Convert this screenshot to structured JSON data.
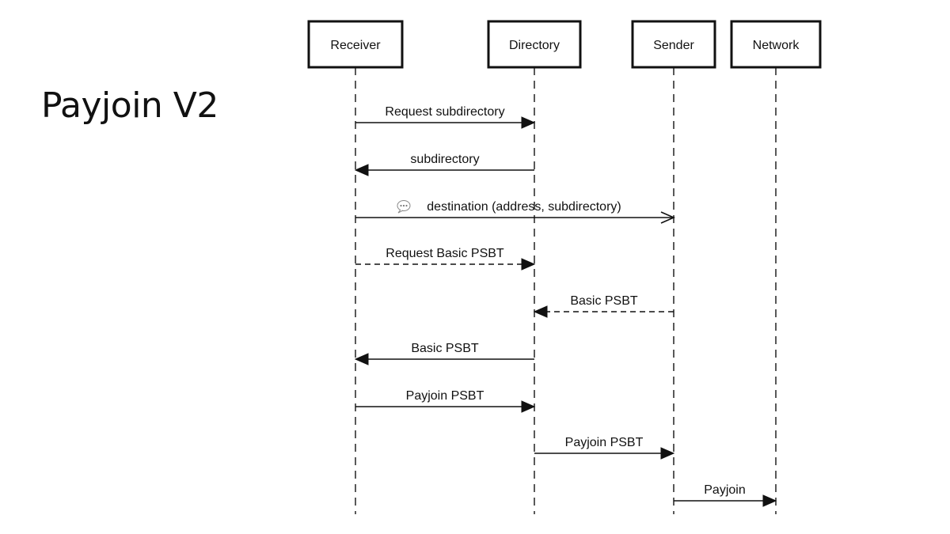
{
  "slide": {
    "title": "Payjoin V2"
  },
  "participants": [
    {
      "id": "receiver",
      "label": "Receiver"
    },
    {
      "id": "directory",
      "label": "Directory"
    },
    {
      "id": "sender",
      "label": "Sender"
    },
    {
      "id": "network",
      "label": "Network"
    }
  ],
  "messages": [
    {
      "from": "receiver",
      "to": "directory",
      "label": "Request subdirectory",
      "style": "solid",
      "arrow": "filled"
    },
    {
      "from": "directory",
      "to": "receiver",
      "label": "subdirectory",
      "style": "solid",
      "arrow": "filled"
    },
    {
      "from": "receiver",
      "to": "sender",
      "label": "destination (address, subdirectory)",
      "style": "solid",
      "arrow": "open",
      "icon": "speech-bubble-icon"
    },
    {
      "from": "receiver",
      "to": "directory",
      "label": "Request Basic PSBT",
      "style": "dashed",
      "arrow": "filled"
    },
    {
      "from": "sender",
      "to": "directory",
      "label": "Basic PSBT",
      "style": "dashed",
      "arrow": "filled"
    },
    {
      "from": "directory",
      "to": "receiver",
      "label": "Basic PSBT",
      "style": "solid",
      "arrow": "filled"
    },
    {
      "from": "receiver",
      "to": "directory",
      "label": "Payjoin PSBT",
      "style": "solid",
      "arrow": "filled"
    },
    {
      "from": "directory",
      "to": "sender",
      "label": "Payjoin PSBT",
      "style": "solid",
      "arrow": "filled"
    },
    {
      "from": "sender",
      "to": "network",
      "label": "Payjoin",
      "style": "solid",
      "arrow": "filled"
    }
  ]
}
